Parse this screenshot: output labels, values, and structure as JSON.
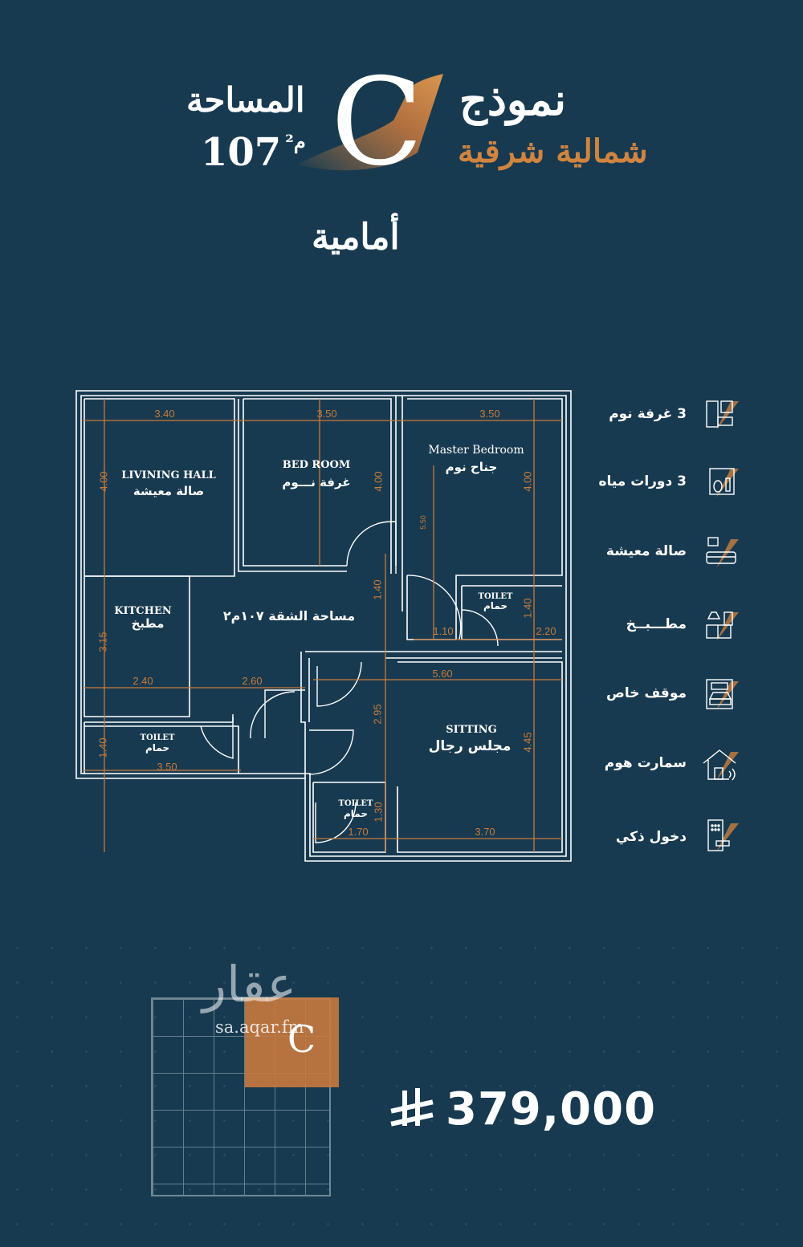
{
  "header": {
    "model_label": "نموذج",
    "orientation": "شمالية شرقية",
    "area_label": "المساحة",
    "area_value": "107",
    "area_unit": "م²",
    "model_letter": "C",
    "facing": "أمامية"
  },
  "floor_plan": {
    "total_area": "مساحة الشقة ١٠٧م٢",
    "rooms": {
      "living": {
        "en": "LIVINING HALL",
        "ar": "صالة معيشة"
      },
      "bedroom": {
        "en": "BED ROOM",
        "ar": "غرفة نـــوم"
      },
      "master": {
        "en": "Master Bedroom",
        "ar": "جناح نوم"
      },
      "kitchen": {
        "en": "KITCHEN",
        "ar": "مطبخ"
      },
      "toilet_master": {
        "en": "TOILET",
        "ar": "حمام"
      },
      "toilet_left": {
        "en": "TOILET",
        "ar": "حمام"
      },
      "toilet_center": {
        "en": "TOILET",
        "ar": "حمام"
      },
      "sitting": {
        "en": "SITTING",
        "ar": "مجلس رجال"
      }
    },
    "dimensions": {
      "living_w": "3.40",
      "bedroom_w": "3.50",
      "master_w": "3.50",
      "living_h": "4.00",
      "bedroom_h": "4.00",
      "master_h": "4.00",
      "master_inner": "5.50",
      "kitchen_h": "3.15",
      "kitchen_w": "2.40",
      "corridor_w": "2.60",
      "corridor_h": "1.40",
      "closet_w": "1.10",
      "master_toilet_w": "2.20",
      "master_toilet_h": "1.40",
      "sitting_w": "5.60",
      "sitting_h2": "2.95",
      "sitting_h": "4.45",
      "toilet_left_h": "1.40",
      "toilet_left_w": "3.50",
      "toilet_center_w": "1.70",
      "toilet_center_h": "1.30",
      "sitting_bottom_w": "3.70"
    }
  },
  "features": [
    {
      "label": "3 غرفة نوم",
      "icon": "bedroom-icon"
    },
    {
      "label": "3 دورات مياه",
      "icon": "bathroom-icon"
    },
    {
      "label": "صالة معيشة",
      "icon": "living-room-icon"
    },
    {
      "label": "مطـــبــخ",
      "icon": "kitchen-icon"
    },
    {
      "label": "موقف خاص",
      "icon": "parking-icon"
    },
    {
      "label": "سمارت هوم",
      "icon": "smart-home-icon"
    },
    {
      "label": "دخول ذكي",
      "icon": "smart-entry-icon"
    }
  ],
  "price": {
    "value": "379,000",
    "currency_icon": "saudi-riyal-icon"
  },
  "thumbnail": {
    "letter": "C"
  },
  "watermark": {
    "logo": "عقار",
    "url": "sa.aqar.fm"
  },
  "colors": {
    "background": "#173a50",
    "accent": "#d0843f",
    "dimension": "#c87a3a"
  }
}
